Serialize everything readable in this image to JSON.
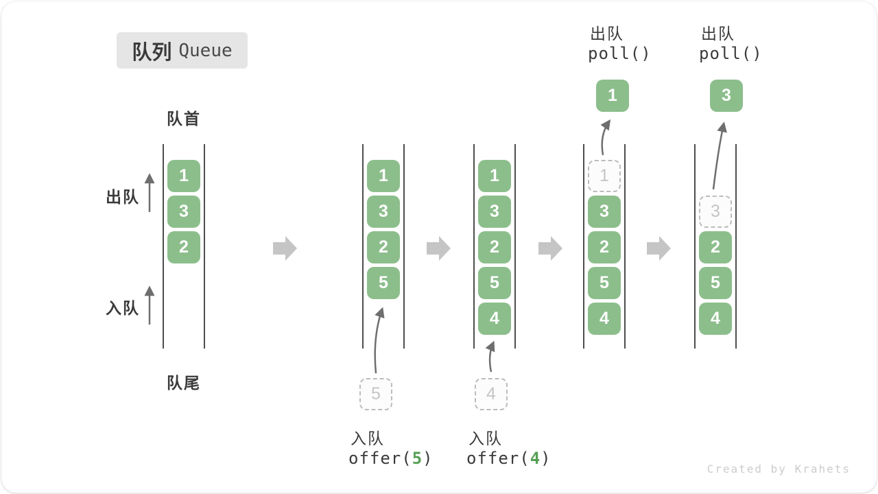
{
  "title": {
    "zh": "队列",
    "en": "Queue"
  },
  "side_labels": {
    "front": "队首",
    "rear": "队尾",
    "dequeue": "出队",
    "enqueue": "入队"
  },
  "columns": [
    {
      "name": "state-initial",
      "items": [
        "1",
        "3",
        "2"
      ]
    },
    {
      "name": "state-after-offer-5",
      "items": [
        "1",
        "3",
        "2",
        "5"
      ],
      "staged": "5"
    },
    {
      "name": "state-after-offer-4",
      "items": [
        "1",
        "3",
        "2",
        "5",
        "4"
      ],
      "staged": "4"
    },
    {
      "name": "state-after-poll-1",
      "items": [
        "3",
        "2",
        "5",
        "4"
      ],
      "removed": "1",
      "popped": "1"
    },
    {
      "name": "state-after-poll-3",
      "items": [
        "2",
        "5",
        "4"
      ],
      "removed": "3",
      "popped": "3"
    }
  ],
  "operations": [
    {
      "kind": "enqueue",
      "label": "入队",
      "fn_pre": "offer(",
      "arg": "5",
      "fn_post": ")"
    },
    {
      "kind": "enqueue",
      "label": "入队",
      "fn_pre": "offer(",
      "arg": "4",
      "fn_post": ")"
    },
    {
      "kind": "dequeue",
      "label": "出队",
      "fn": "poll()"
    },
    {
      "kind": "dequeue",
      "label": "出队",
      "fn": "poll()"
    }
  ],
  "watermark": "Created by Krahets",
  "colors": {
    "item_green": "#8cbe8c",
    "code_arg_green": "#56a056",
    "wall_grey": "#4d4d4d",
    "connector_grey": "#6e6e6e",
    "block_arrow_grey": "#c5c5c5",
    "dashed_border_grey": "#bcbcbc",
    "text_dark": "#3a3a3a",
    "title_bg": "#e5e5e5",
    "watermark_grey": "#cccccc"
  }
}
